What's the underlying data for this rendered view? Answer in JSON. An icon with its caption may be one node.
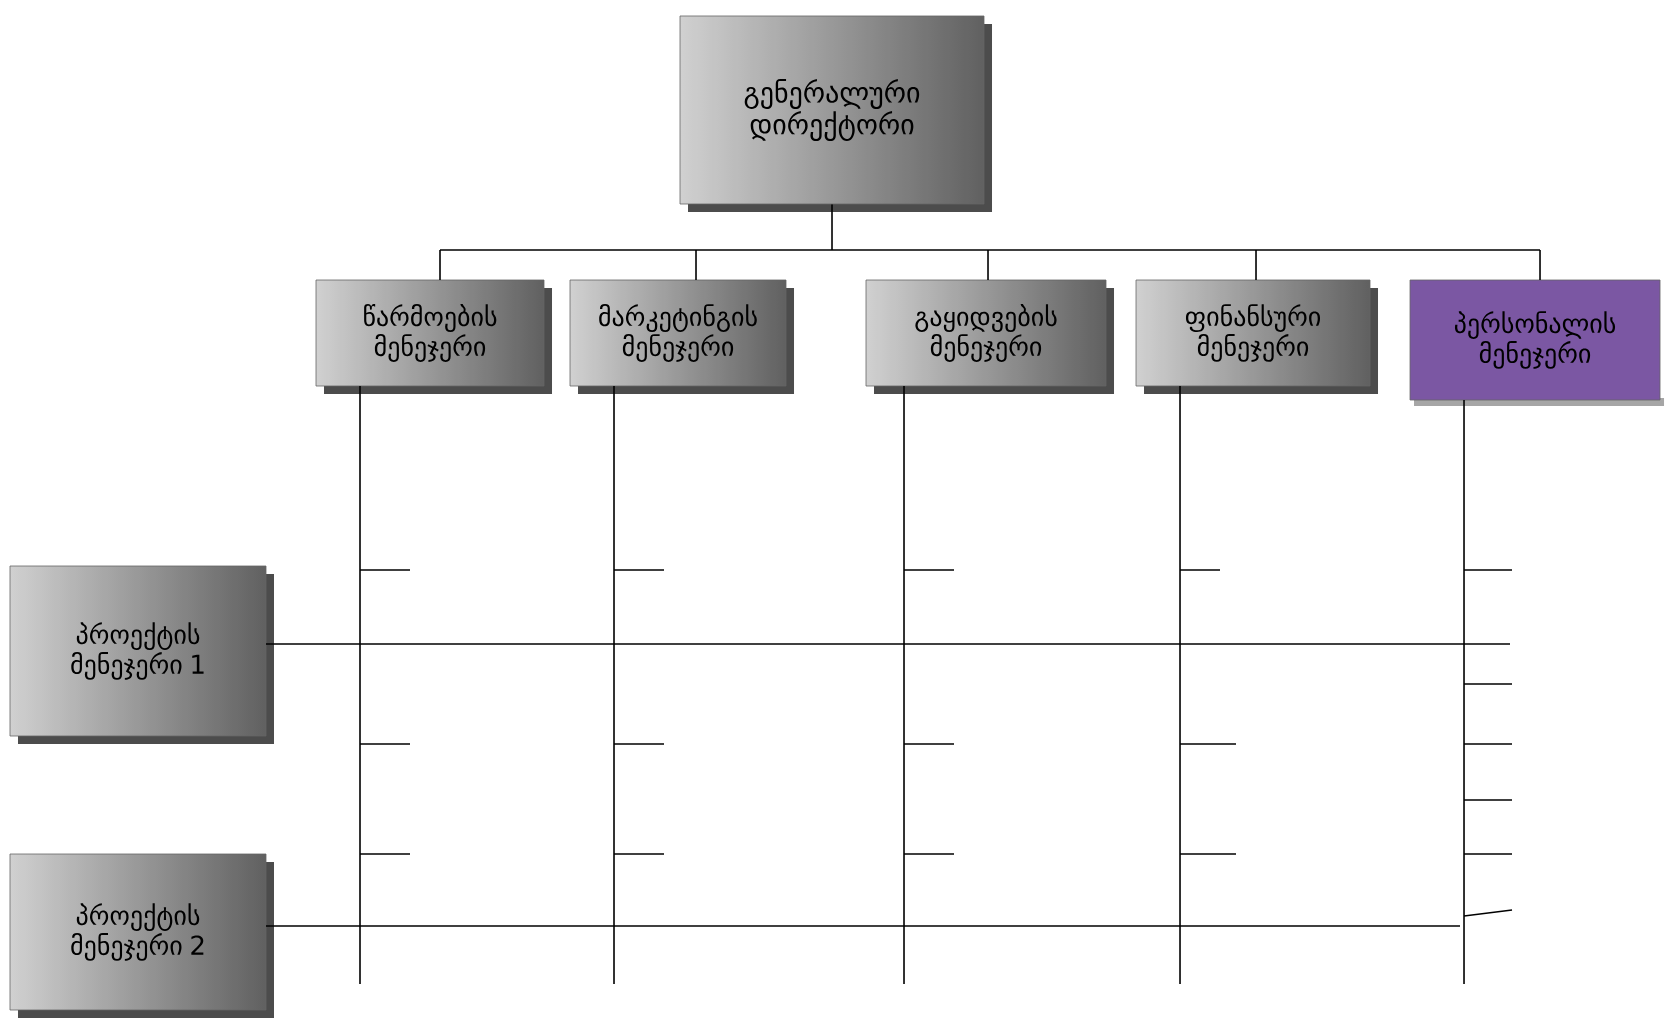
{
  "diagram": {
    "nodes": [
      {
        "text": [
          "გენერალური დირექტორი"
        ]
      },
      {
        "text": [
          "წარმოების მენეჯერი"
        ]
      },
      {
        "text": [
          "მარკეტინგის მენეჯერი"
        ]
      },
      {
        "text": [
          "გაყიდვების მენეჯერი"
        ]
      },
      {
        "text": [
          "ფინანსური მენეჯერი"
        ]
      },
      {
        "text": [
          "პერსონალის მენეჯერი"
        ]
      },
      {
        "text": [
          "პროექტის მენეჯერი 1"
        ]
      },
      {
        "text": [
          "პროექტის მენეჯერი 2"
        ]
      }
    ],
    "edges": [
      {
        "from": 0,
        "to": 1,
        "arrow": "none"
      },
      {
        "from": 0,
        "to": 2,
        "arrow": "none"
      },
      {
        "from": 0,
        "to": 3,
        "arrow": "none"
      },
      {
        "from": 0,
        "to": 4,
        "arrow": "none"
      },
      {
        "from": 0,
        "to": 5,
        "arrow": "none"
      },
      {
        "from": 1,
        "to": null,
        "arrow": "none"
      },
      {
        "from": 2,
        "to": null,
        "arrow": "none"
      },
      {
        "from": 3,
        "to": null,
        "arrow": "none"
      },
      {
        "from": 4,
        "to": null,
        "arrow": "none"
      },
      {
        "from": 5,
        "to": null,
        "arrow": "none"
      },
      {
        "from": 6,
        "to": null,
        "arrow": "none"
      },
      {
        "from": 7,
        "to": null,
        "arrow": "none"
      }
    ]
  }
}
